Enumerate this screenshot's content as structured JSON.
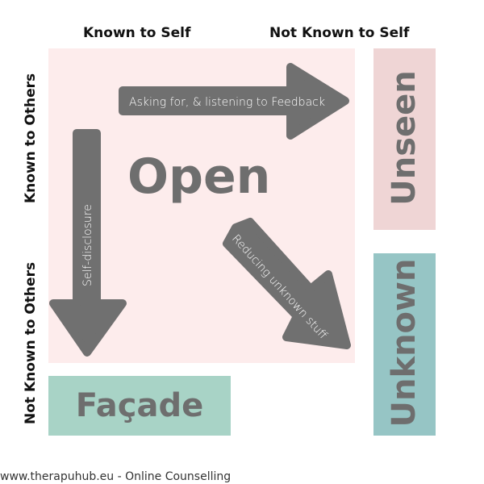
{
  "headers": {
    "col_known": "Known to Self",
    "col_not_known": "Not Known to Self",
    "row_known": "Known to Others",
    "row_not_known": "Not Known to Others"
  },
  "quadrants": {
    "open": "Open",
    "unseen": "Unseen",
    "facade": "Façade",
    "unknown": "Unknown"
  },
  "arrows": {
    "feedback": "Asking for, & listening to  Feedback",
    "disclosure": "Self-disclosure",
    "reducing": "Reducing unknown stuff"
  },
  "colors": {
    "open": "#fdecec",
    "unseen": "#efd5d5",
    "facade": "#a8d3c6",
    "unknown": "#96c5c5",
    "arrow": "#707070"
  },
  "footer": "www.therapuhub.eu - Online Counselling"
}
